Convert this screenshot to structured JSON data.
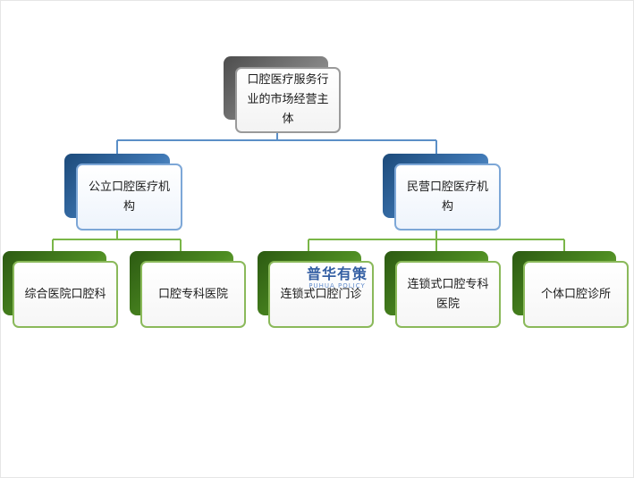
{
  "diagram": {
    "root": {
      "label": "口腔医疗服务行业的市场经营主体"
    },
    "branches": [
      {
        "label": "公立口腔医疗机构",
        "children": [
          {
            "label": "综合医院口腔科"
          },
          {
            "label": "口腔专科医院"
          }
        ]
      },
      {
        "label": "民营口腔医疗机构",
        "children": [
          {
            "label": "连锁式口腔门诊"
          },
          {
            "label": "连锁式口腔专科医院"
          },
          {
            "label": "个体口腔诊所"
          }
        ]
      }
    ],
    "colors": {
      "root": "#7a7a7a",
      "level2": "#3f78b5",
      "level3": "#4e8d22",
      "connector_level1": "#5b8fc7",
      "connector_level2": "#7ab648"
    }
  },
  "watermark": {
    "main": "普华有策",
    "sub": "PUHUA POLICY"
  }
}
